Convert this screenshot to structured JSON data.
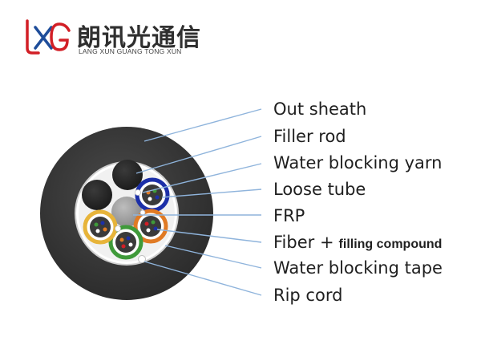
{
  "brand": {
    "name_cn": "朗讯光通信",
    "name_en": "LANG XUN GUANG TONG XUN"
  },
  "labels": [
    {
      "text": "Out sheath"
    },
    {
      "text": "Filler rod"
    },
    {
      "text": "Water blocking yarn"
    },
    {
      "text": "Loose tube"
    },
    {
      "text": "FRP"
    },
    {
      "text": "Fiber +",
      "extra": "filling compound"
    },
    {
      "text": "Water blocking tape"
    },
    {
      "text": "Rip cord"
    }
  ],
  "colors": {
    "sheath": "#3b3b3b",
    "leader_line": "#8fb4dc",
    "tube_blue": "#1c2fa8",
    "tube_orange": "#e07a24",
    "tube_green": "#3f9a3a",
    "tube_yellow": "#e7b43a",
    "logo_red": "#d21f26",
    "logo_blue": "#1e4d9a"
  }
}
